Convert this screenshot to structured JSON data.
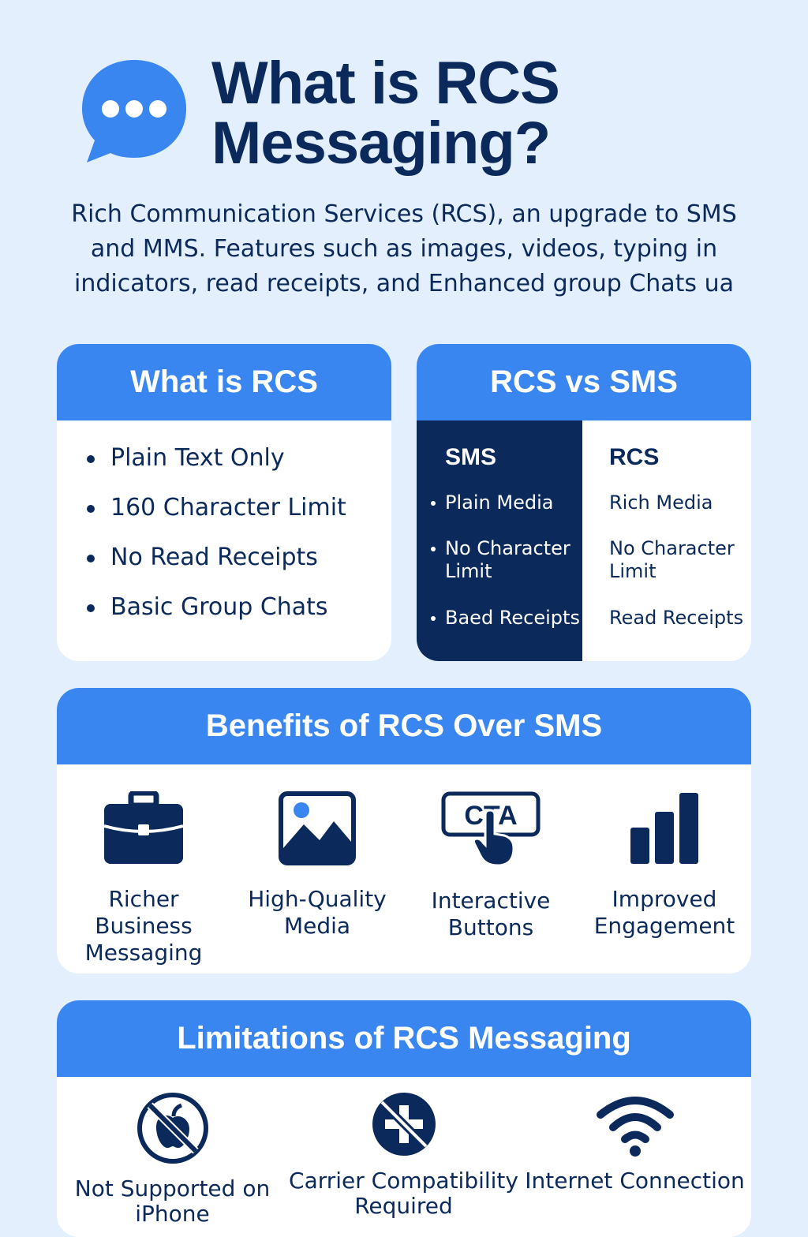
{
  "hero": {
    "title": "What is RCS Messaging?",
    "intro": "Rich Communication Services (RCS), an upgrade to SMS and MMS. Features such as images, videos, typing in indicators, read receipts, and Enhanced group Chats ua"
  },
  "what_card": {
    "heading": "What is RCS",
    "items": [
      "Plain Text Only",
      "160 Character Limit",
      "No Read Receipts",
      "Basic Group Chats"
    ]
  },
  "vs_card": {
    "heading": "RCS vs SMS",
    "sms": {
      "title": "SMS",
      "items": [
        "Plain Media",
        "No Character Limit",
        "Baed Receipts"
      ]
    },
    "rcs": {
      "title": "RCS",
      "items": [
        "Rich Media",
        "No Character Limit",
        "Read Receipts"
      ]
    }
  },
  "benefits": {
    "heading": "Benefits of RCS Over SMS",
    "items": [
      {
        "label": "Richer Business Messaging",
        "icon": "briefcase-icon"
      },
      {
        "label": "High-Quality Media",
        "icon": "image-icon"
      },
      {
        "label": "Interactive Buttons",
        "icon": "cta-button-icon",
        "badge": "CTA"
      },
      {
        "label": "Improved Engagement",
        "icon": "bar-chart-icon"
      }
    ]
  },
  "limitations": {
    "heading": "Limitations of RCS Messaging",
    "items": [
      {
        "label": "Not Supported on iPhone",
        "icon": "no-apple-icon"
      },
      {
        "label": "Carrier Compatibility Required",
        "icon": "carrier-blocked-icon"
      },
      {
        "label": "Internet Connection",
        "icon": "wifi-icon"
      }
    ]
  },
  "colors": {
    "accent": "#3a86f0",
    "navy": "#0b2a5b",
    "background": "#e4effd",
    "card": "#ffffff"
  }
}
